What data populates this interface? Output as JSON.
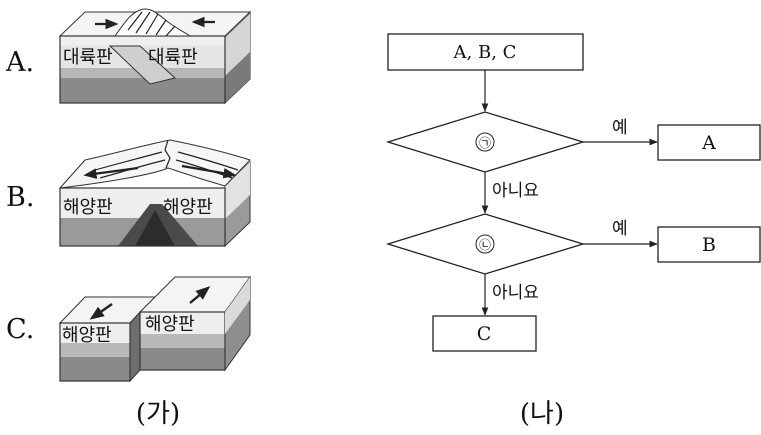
{
  "panel_a": {
    "caption": "(가)",
    "rows": [
      {
        "label": "A.",
        "plates": [
          "대륙판",
          "대륙판"
        ]
      },
      {
        "label": "B.",
        "plates": [
          "해양판",
          "해양판"
        ]
      },
      {
        "label": "C.",
        "plates": [
          "해양판",
          "해양판"
        ]
      }
    ]
  },
  "panel_b": {
    "caption": "(나)",
    "start": "A, B, C",
    "decision1": "㉠",
    "decision2": "㉡",
    "yes": "예",
    "no": "아니요",
    "out1": "A",
    "out2": "B",
    "out3": "C"
  }
}
